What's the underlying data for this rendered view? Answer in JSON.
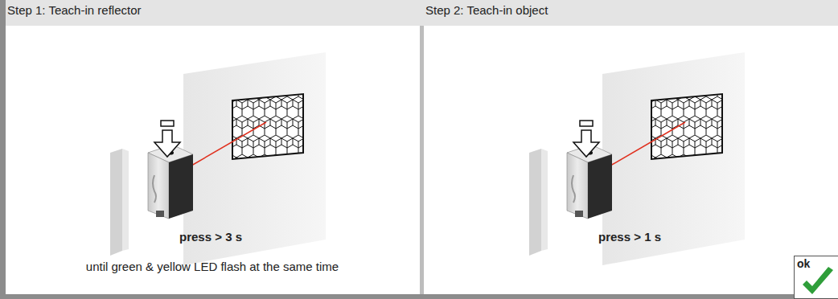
{
  "diagram": {
    "nodes": [
      {
        "text": [
          "Step 1: Teach-in reflector"
        ]
      },
      {
        "text": [
          "Step 2: Teach-in object"
        ]
      },
      {
        "text": [
          "ok"
        ],
        "in": 1
      }
    ],
    "labels": [
      "press > 3 s",
      "until green & yellow LED flash at the same time",
      "press > 1 s"
    ]
  }
}
